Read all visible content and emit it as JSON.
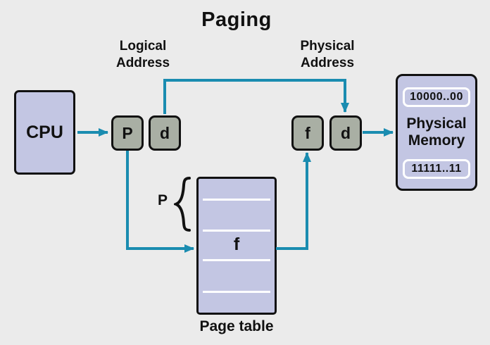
{
  "title": "Paging",
  "colors": {
    "background": "#ebebeb",
    "memory_box_fill": "#c3c6e3",
    "address_part_fill": "#a9afa4",
    "arrow": "#1a8cb0",
    "outline": "#111111",
    "divider": "#ffffff"
  },
  "cpu": {
    "label": "CPU"
  },
  "logical_address": {
    "label_line1": "Logical",
    "label_line2": "Address",
    "parts": [
      {
        "label": "P"
      },
      {
        "label": "d"
      }
    ]
  },
  "physical_address": {
    "label_line1": "Physical",
    "label_line2": "Address",
    "parts": [
      {
        "label": "f"
      },
      {
        "label": "d"
      }
    ]
  },
  "page_table": {
    "caption": "Page table",
    "index_label": "P",
    "entry_label": "f"
  },
  "physical_memory": {
    "label_line1": "Physical",
    "label_line2": "Memory",
    "top_address": "10000..00",
    "bottom_address": "11111..11"
  }
}
